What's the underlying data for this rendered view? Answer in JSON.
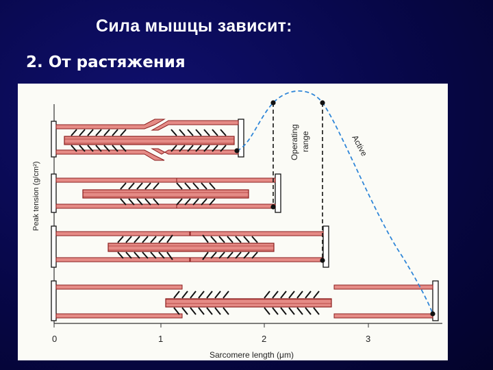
{
  "slide": {
    "title": "Сила мышцы зависит:",
    "subtitle": "2. От растяжения"
  },
  "figure": {
    "y_axis_label": "Peak tension (g/cm²)",
    "x_axis_label": "Sarcomere length (μm)",
    "x_ticks": [
      "0",
      "1",
      "2",
      "3"
    ],
    "curve_label": "Active",
    "range_label_line1": "Operating",
    "range_label_line2": "range",
    "colors": {
      "filament_fill": "#e58b86",
      "filament_stroke": "#8a1d1d",
      "curve": "#2f86d8",
      "ink": "#111111"
    }
  }
}
